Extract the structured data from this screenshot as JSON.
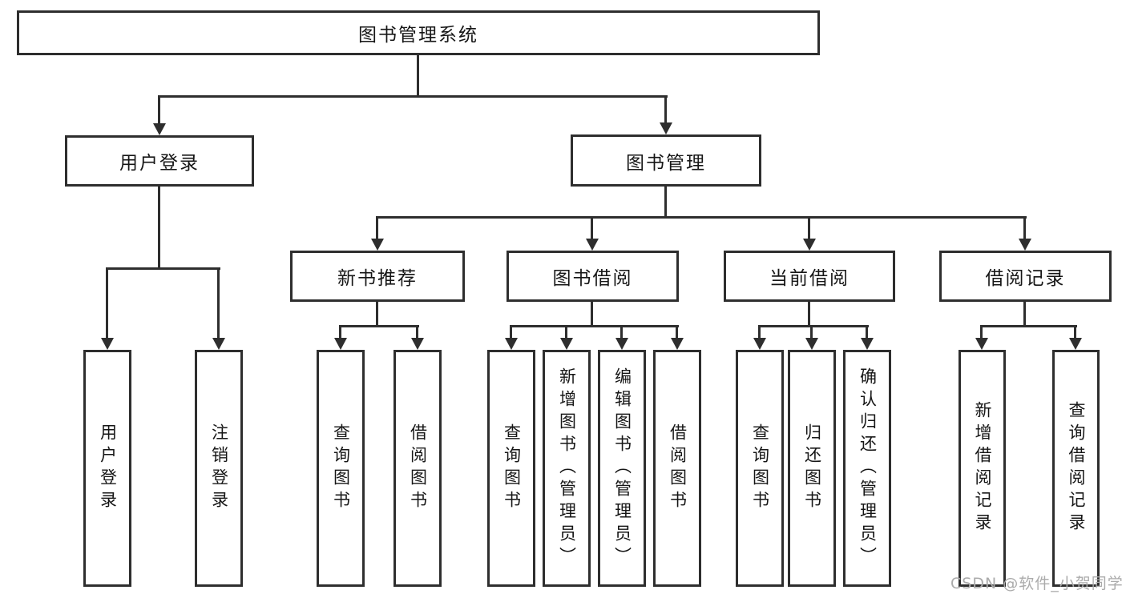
{
  "diagram": {
    "root": "图书管理系统",
    "user_login": {
      "label": "用户登录",
      "children": {
        "login": "用户登录",
        "logout": "注销登录"
      }
    },
    "book_mgmt": {
      "label": "图书管理",
      "new_book": {
        "label": "新书推荐",
        "children": {
          "query": "查询图书",
          "borrow": "借阅图书"
        }
      },
      "borrowing": {
        "label": "图书借阅",
        "children": {
          "query": "查询图书",
          "add": "新增图书（管理员）",
          "edit": "编辑图书（管理员）",
          "borrow": "借阅图书"
        }
      },
      "current": {
        "label": "当前借阅",
        "children": {
          "query": "查询图书",
          "return": "归还图书",
          "confirm": "确认归还（管理员）"
        }
      },
      "records": {
        "label": "借阅记录",
        "children": {
          "add": "新增借阅记录",
          "query": "查询借阅记录"
        }
      }
    }
  },
  "watermark": "CSDN @软件_小贺同学",
  "colors": {
    "line": "#2e2e2e",
    "text": "#161616",
    "watermark": "#ababab",
    "background": "#ffffff"
  }
}
